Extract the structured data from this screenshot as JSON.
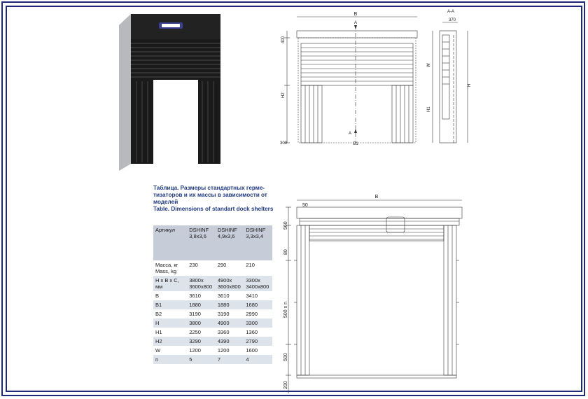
{
  "table": {
    "title_ru": "Таблица. Размеры стандартных герме-тизаторов и их массы в зависимости от моделей",
    "title_en": "Table. Dimensions of standart dock shelters",
    "headers": [
      "Артикул",
      "DSHINF 3,8x3,6",
      "DSHINF 4,9x3,6",
      "DSHINF 3,3x3,4"
    ],
    "rows": [
      [
        "Масса, кг Mass, kg",
        "230",
        "290",
        "210"
      ],
      [
        "H x B x C, мм",
        "3800x 3600x800",
        "4900x 3600x800",
        "3300x 3400x800"
      ],
      [
        "B",
        "3610",
        "3610",
        "3410"
      ],
      [
        "B1",
        "1880",
        "1880",
        "1680"
      ],
      [
        "B2",
        "3190",
        "3190",
        "2990"
      ],
      [
        "H",
        "3800",
        "4900",
        "3300"
      ],
      [
        "H1",
        "2250",
        "3360",
        "1360"
      ],
      [
        "H2",
        "3290",
        "4390",
        "2790"
      ],
      [
        "W",
        "1200",
        "1200",
        "1600"
      ],
      [
        "n",
        "5",
        "7",
        "4"
      ]
    ]
  },
  "drawing_top": {
    "label_b": "B",
    "label_a_top": "A",
    "label_a_bottom": "A",
    "label_b1": "B1",
    "label_section": "A-A",
    "label_370": "370",
    "label_400": "400",
    "label_h2": "H2",
    "label_300": "300",
    "label_w": "W",
    "label_h1": "H1",
    "label_h": "H"
  },
  "drawing_bottom": {
    "label_b": "B",
    "label_50": "50",
    "label_560": "560",
    "label_80": "80",
    "label_500n": "500 x n",
    "label_500": "500",
    "label_200": "200"
  },
  "colors": {
    "frame": "#1f2a78",
    "table_title": "#1f3a8a",
    "table_header_bg": "#c6cdd8",
    "table_odd_bg": "#dde3ea"
  }
}
